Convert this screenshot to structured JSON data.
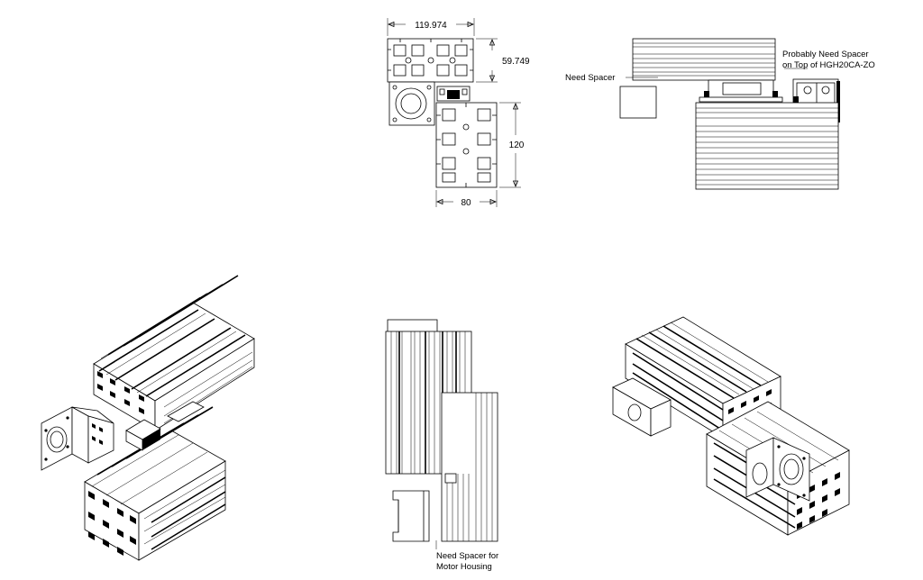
{
  "dimensions": {
    "width_top": "119.974",
    "height_top": "59.749",
    "height_side": "120",
    "width_bottom": "80"
  },
  "notes": {
    "need_spacer": "Need Spacer",
    "probably_spacer_line1": "Probably Need Spacer",
    "probably_spacer_line2": "on Top of HGH20CA-ZO",
    "motor_spacer_line1": "Need Spacer for",
    "motor_spacer_line2": "Motor Housing"
  },
  "views": [
    "top-section-view",
    "side-view",
    "iso-view-left",
    "front-view",
    "iso-view-right"
  ]
}
